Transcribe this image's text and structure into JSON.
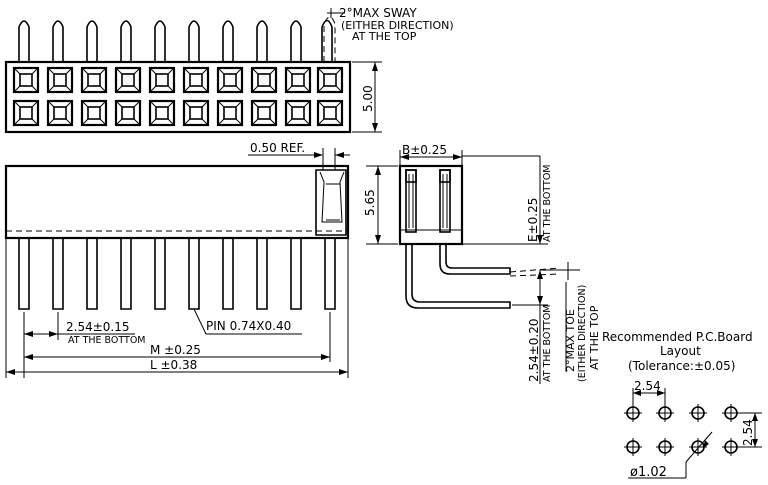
{
  "drawing": {
    "sway_note": {
      "line1": "2°MAX  SWAY",
      "line2": "(EITHER DIRECTION)",
      "line3": "AT THE TOP"
    },
    "height_top": "5.00",
    "ref_label": "0.50  REF.",
    "b_label": "B±0.25",
    "height_side": "5.65",
    "e_label": "E±0.25",
    "e_sub": "AT THE BOTTOM",
    "pitch_label": "2.54±0.15",
    "pitch_sub": "AT THE BOTTOM",
    "pin_label": "PIN  0.74X0.40",
    "m_label": "M  ±0.25",
    "l_label": "L  ±0.38",
    "side_pitch_label": "2.54±0.20",
    "side_pitch_sub": "AT THE BOTTOM",
    "toe_note": {
      "line1": "2°MAX  TOE",
      "line2": "(EITHER DIRECTION)",
      "line3": "AT THE TOP"
    },
    "pcb": {
      "title1": "Recommended  P.C.Board",
      "title2": "Layout",
      "title3": "(Tolerance:±0.05)",
      "pitch_h": "2.54",
      "pitch_v": "2.54",
      "hole": "ø1.02"
    }
  }
}
